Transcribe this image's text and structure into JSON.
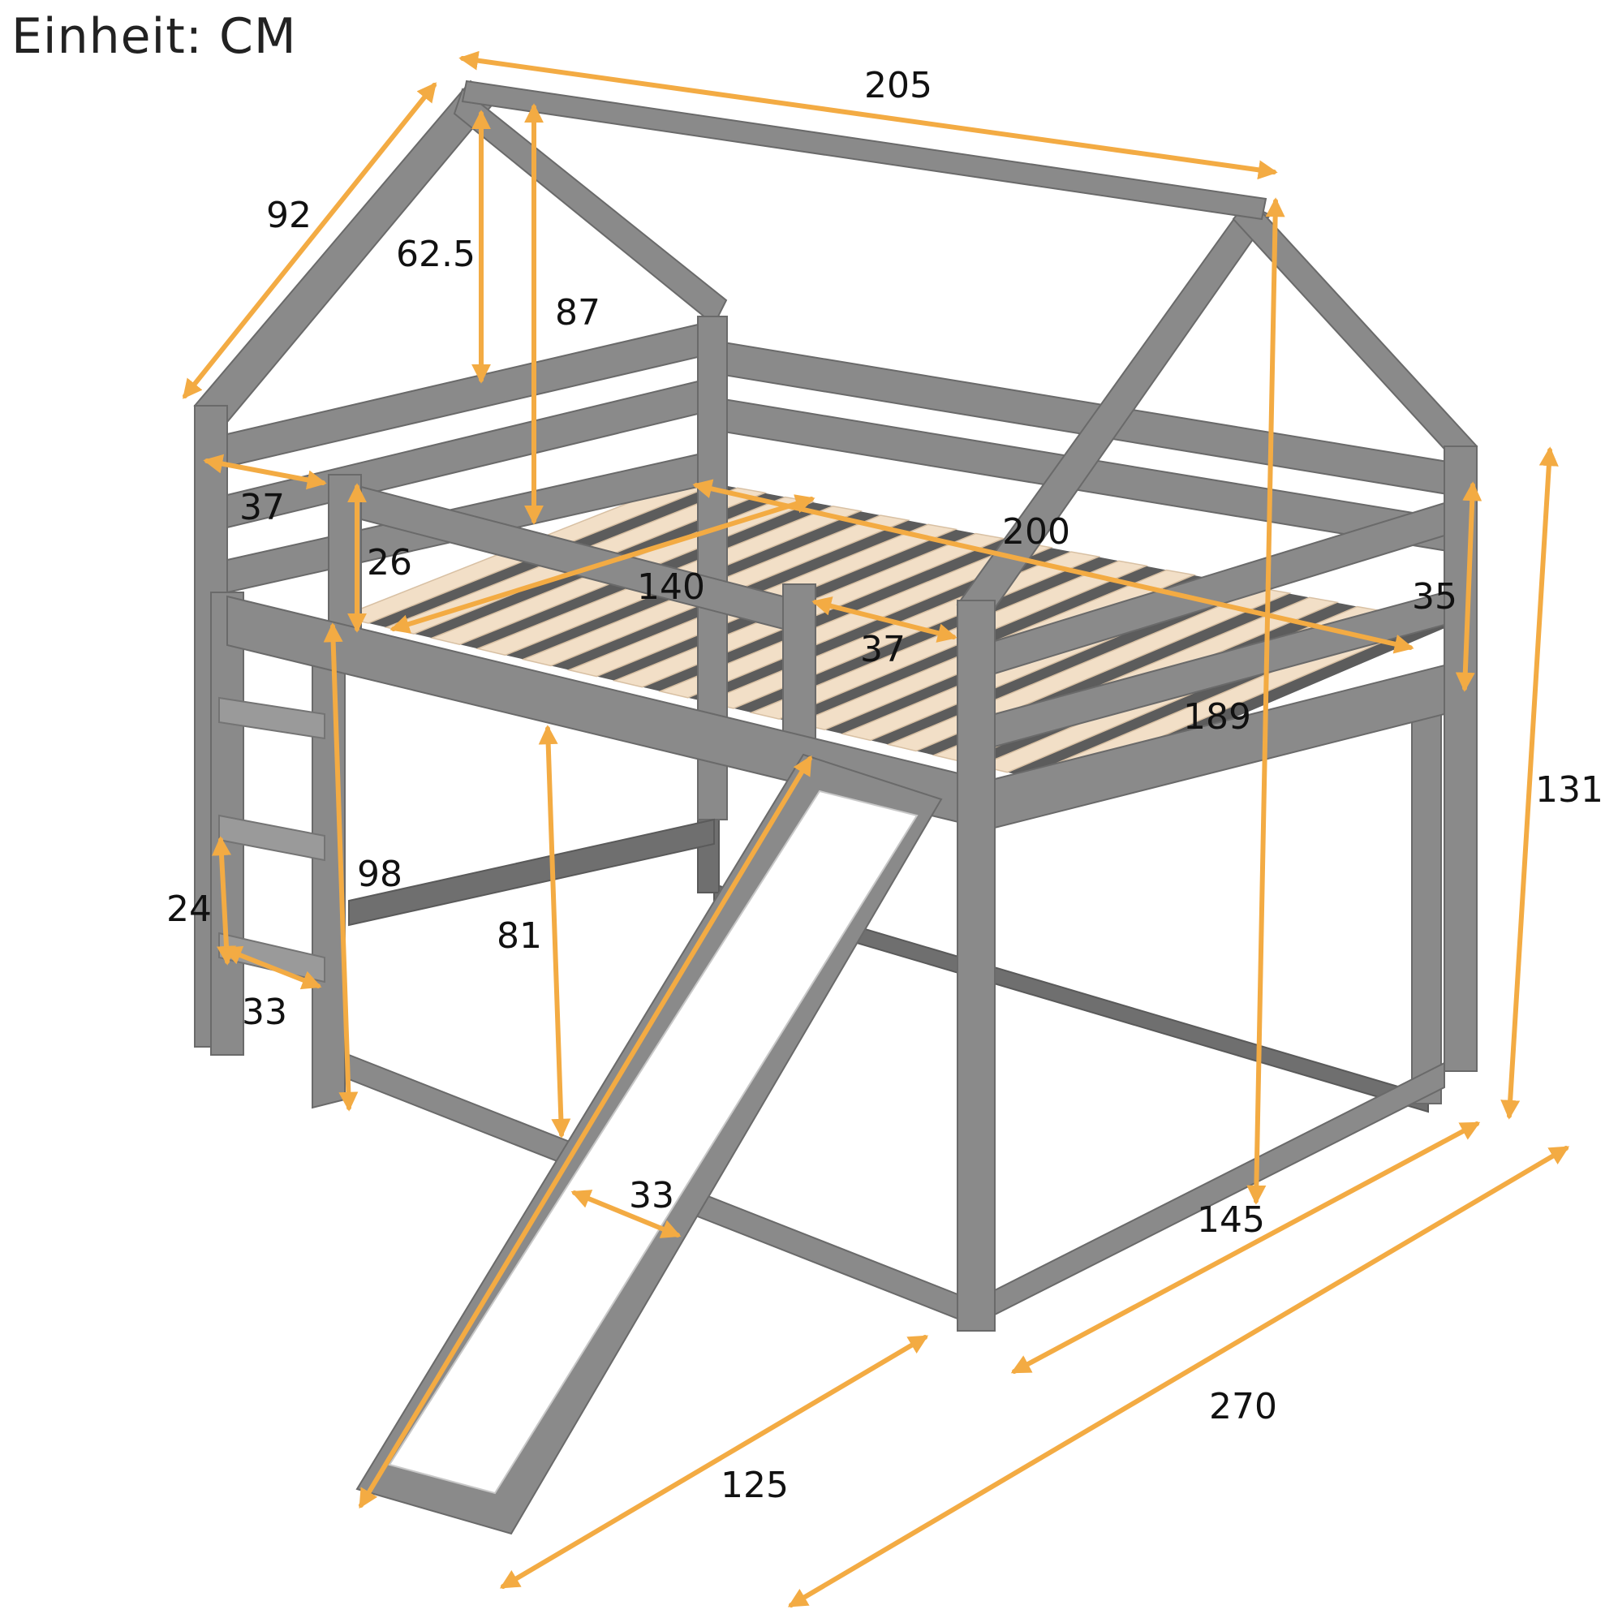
{
  "header": {
    "unit_label": "Einheit: CM"
  },
  "colors": {
    "frame": "#8a8a8a",
    "slats": "#f2dfc7",
    "slide": "#ffffff",
    "dimension_arrows": "#f3ab43"
  },
  "dimensions": {
    "roof_length": "205",
    "roof_slope": "92",
    "roof_height_inner": "62.5",
    "roof_peak_above_guard": "87",
    "top_guard_height_left": "37",
    "guardrail_height_front": "26",
    "mattress_width": "140",
    "opening_width": "37",
    "mattress_length": "200",
    "guardrail_height_back": "35",
    "inner_length": "189",
    "total_height": "131",
    "total_peak_height": "145",
    "ladder_height": "98",
    "ladder_step_spacing": "24",
    "ladder_width": "33",
    "clearance_under_bed": "81",
    "slide_width": "33",
    "slide_length": "125",
    "total_length": "270"
  }
}
